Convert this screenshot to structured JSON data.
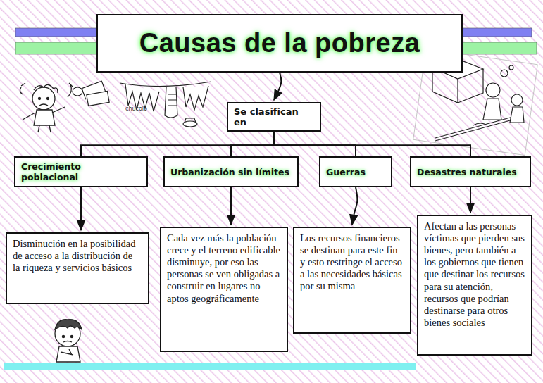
{
  "diagram": {
    "nodes": [
      {
        "text": [
          "Causas de la pobreza"
        ]
      },
      {
        "text": [
          "Se clasifican en"
        ]
      },
      {
        "text": [
          "Crecimiento poblacional"
        ]
      },
      {
        "text": [
          "Urbanización sin límites"
        ]
      },
      {
        "text": [
          "Guerras"
        ]
      },
      {
        "text": [
          "Desastres naturales"
        ]
      },
      {
        "text": [
          "Disminución en la posibilidad de acceso a la distribución de la riqueza y servicios básicos"
        ]
      },
      {
        "text": [
          "Cada vez más la población crece y el terreno edificable disminuye, por eso las personas se ven obligadas a construir en lugares no aptos geográficamente"
        ]
      },
      {
        "text": [
          "Los recursos financieros se destinan para este fin y esto restringe el acceso a las necesidades básicas por su misma"
        ]
      },
      {
        "text": [
          "Afectan a las personas víctimas que pierden sus bienes, pero también a los gobiernos que tienen que destinar los recursos para su atención, recursos que podrían destinarse para otros bienes sociales"
        ]
      }
    ],
    "edges": [
      {
        "from": 0,
        "to": 1,
        "arrow": "to"
      },
      {
        "from": 1,
        "to": 2,
        "arrow": "none"
      },
      {
        "from": 1,
        "to": 3,
        "arrow": "none"
      },
      {
        "from": 1,
        "to": 4,
        "arrow": "none"
      },
      {
        "from": 1,
        "to": 5,
        "arrow": "none"
      },
      {
        "from": 2,
        "to": 6,
        "arrow": "to"
      },
      {
        "from": 3,
        "to": 7,
        "arrow": "to"
      },
      {
        "from": 4,
        "to": 8,
        "arrow": "to"
      },
      {
        "from": 5,
        "to": 9,
        "arrow": "to"
      }
    ],
    "labels": [
      "chucolo"
    ]
  }
}
